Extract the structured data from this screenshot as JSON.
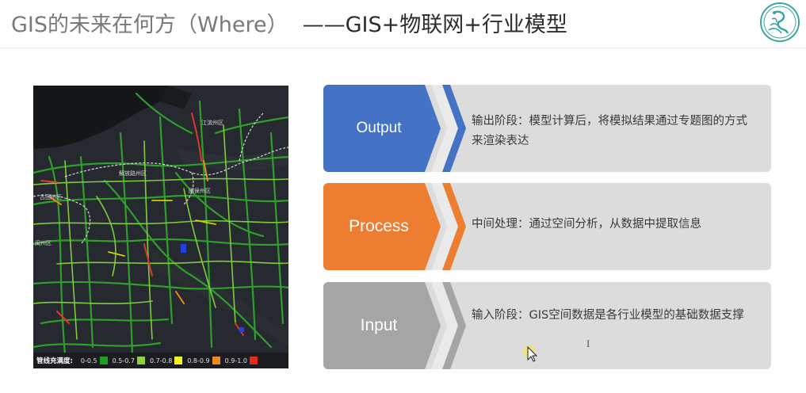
{
  "header": {
    "title_main": "GIS的未来在何方（Where）",
    "title_sub": "——GIS+物联网+行业模型"
  },
  "map": {
    "districts": [
      "江滨州区",
      "解放路州区",
      "古田州区",
      "闽侯州区",
      "闽州区"
    ],
    "legend": {
      "title": "管线充满度:",
      "items": [
        {
          "label": "0-0.5",
          "color": "#1f9e1f"
        },
        {
          "label": "0.5-0.7",
          "color": "#8fd13a"
        },
        {
          "label": "0.7-0.8",
          "color": "#f5f51e"
        },
        {
          "label": "0.8-0.9",
          "color": "#f08a1c"
        },
        {
          "label": "0.9-1.0",
          "color": "#e32a1c"
        }
      ]
    }
  },
  "stages": [
    {
      "label": "Output",
      "color": "#4472c4",
      "description": "输出阶段：模型计算后，将模拟结果通过专题图的方式来渲染表达"
    },
    {
      "label": "Process",
      "color": "#ed7d31",
      "description": "中间处理：通过空间分析，从数据中提取信息"
    },
    {
      "label": "Input",
      "color": "#a5a5a5",
      "description": "输入阶段：GIS空间数据是各行业模型的基础数据支撑"
    }
  ],
  "cursor_text": "I"
}
